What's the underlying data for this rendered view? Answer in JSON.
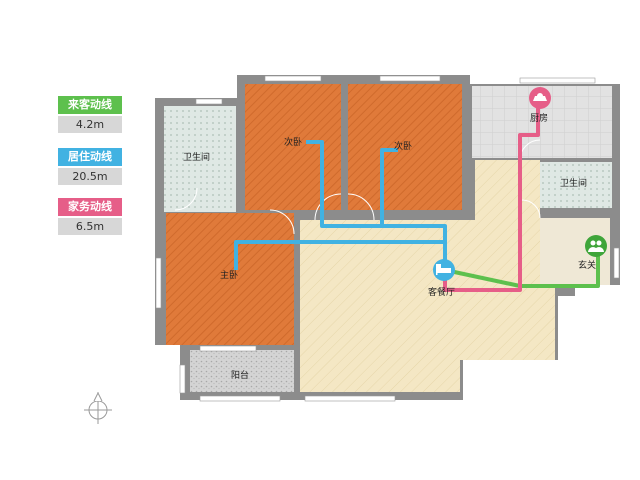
{
  "legend": [
    {
      "label": "来客动线",
      "value": "4.2m",
      "color": "#5dc04d"
    },
    {
      "label": "居住动线",
      "value": "20.5m",
      "color": "#41b2e2"
    },
    {
      "label": "家务动线",
      "value": "6.5m",
      "color": "#e65e88"
    }
  ],
  "rooms": {
    "bath_left": "卫生间",
    "bed2_left": "次卧",
    "bed2_right": "次卧",
    "kitchen": "厨房",
    "bath_right": "卫生间",
    "master": "主卧",
    "living": "客餐厅",
    "entry": "玄关",
    "balcony": "阳台"
  },
  "colors": {
    "guest_line": "#5dc04d",
    "living_line": "#41b2e2",
    "housework_line": "#e65e88",
    "wood_floor": "#e07a3a",
    "living_floor": "#f4e7c4",
    "tile_floor": "#e0e0e0",
    "wall": "#8c8c8c"
  }
}
